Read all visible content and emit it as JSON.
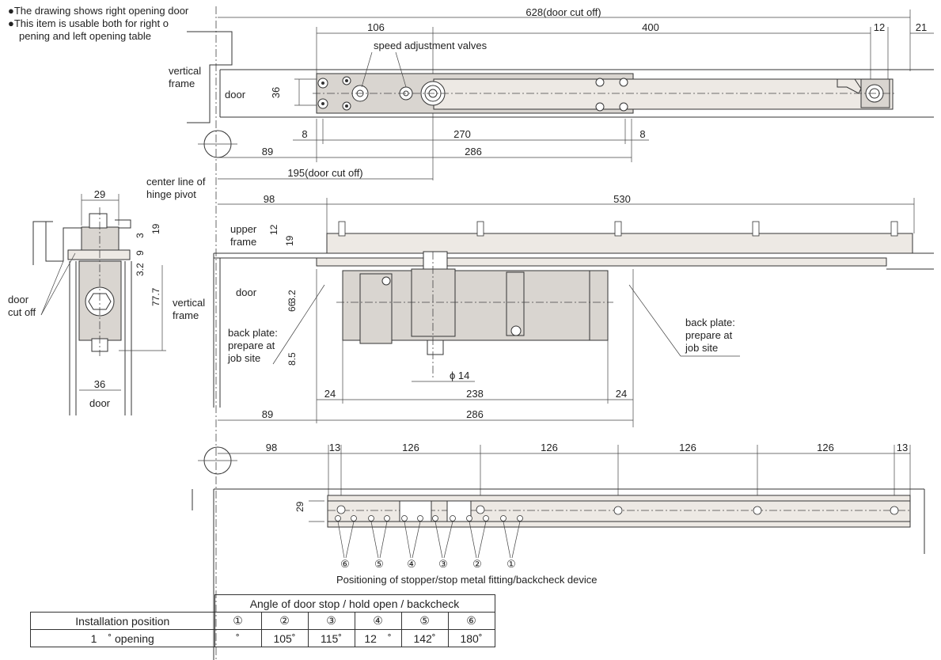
{
  "notes": [
    "●The drawing shows right opening door",
    "●This item is usable both for right o",
    "pening and left opening table"
  ],
  "top_view": {
    "dim_total": "628(door cut off)",
    "dim_106": "106",
    "dim_400": "400",
    "dim_12": "12",
    "dim_21": "21",
    "dim_36": "36",
    "dim_8a": "8",
    "dim_270": "270",
    "dim_8b": "8",
    "dim_89": "89",
    "dim_286": "286",
    "dim_195": "195(door cut off)",
    "label_valves": "speed adjustment valves",
    "label_vertical_frame": "vertical\nframe",
    "label_vf1": "vertical",
    "label_vf2": "frame",
    "label_door": "door"
  },
  "hinge_label": [
    "center line of",
    "hinge pivot"
  ],
  "side_view": {
    "dim_98": "98",
    "dim_530": "530",
    "label_upper1": "upper",
    "label_upper2": "frame",
    "dim_12": "12",
    "dim_19": "19",
    "label_door": "door",
    "dim_32": "3.2",
    "dim_66": "66",
    "dim_85": "8.5",
    "label_bp1": "back plate:",
    "label_bp2": "prepare at",
    "label_bp3": "job site",
    "label_bpr1": "back plate:",
    "label_bpr2": "prepare at",
    "label_bpr3": "job site",
    "dim_phi": "ϕ 14",
    "dim_24a": "24",
    "dim_238": "238",
    "dim_24b": "24",
    "dim_89": "89",
    "dim_286": "286"
  },
  "section_view": {
    "dim_29": "29",
    "dim_3": "3",
    "dim_19": "19",
    "dim_9": "9",
    "dim_32": "3.2",
    "dim_777": "77.7",
    "dim_36": "36",
    "label_door": "door",
    "label_cut1": "door",
    "label_cut2": "cut off",
    "label_vf1": "vertical",
    "label_vf2": "frame"
  },
  "bottom_view": {
    "dim_98": "98",
    "dim_13a": "13",
    "dim_126a": "126",
    "dim_126b": "126",
    "dim_126c": "126",
    "dim_126d": "126",
    "dim_13b": "13",
    "dim_29": "29",
    "markers": [
      "⑥",
      "⑤",
      "④",
      "③",
      "②",
      "①"
    ],
    "caption": "Positioning of stopper/stop metal fitting/backcheck device"
  },
  "table": {
    "header_group": "Angle of door stop / hold open / backcheck",
    "row_header": "Installation position",
    "columns": [
      "①",
      "②",
      "③",
      "④",
      "⑤",
      "⑥"
    ],
    "row_label": "1　˚ opening",
    "values": [
      "˚",
      "105˚",
      "115˚",
      "12　˚",
      "142˚",
      "180˚"
    ]
  }
}
